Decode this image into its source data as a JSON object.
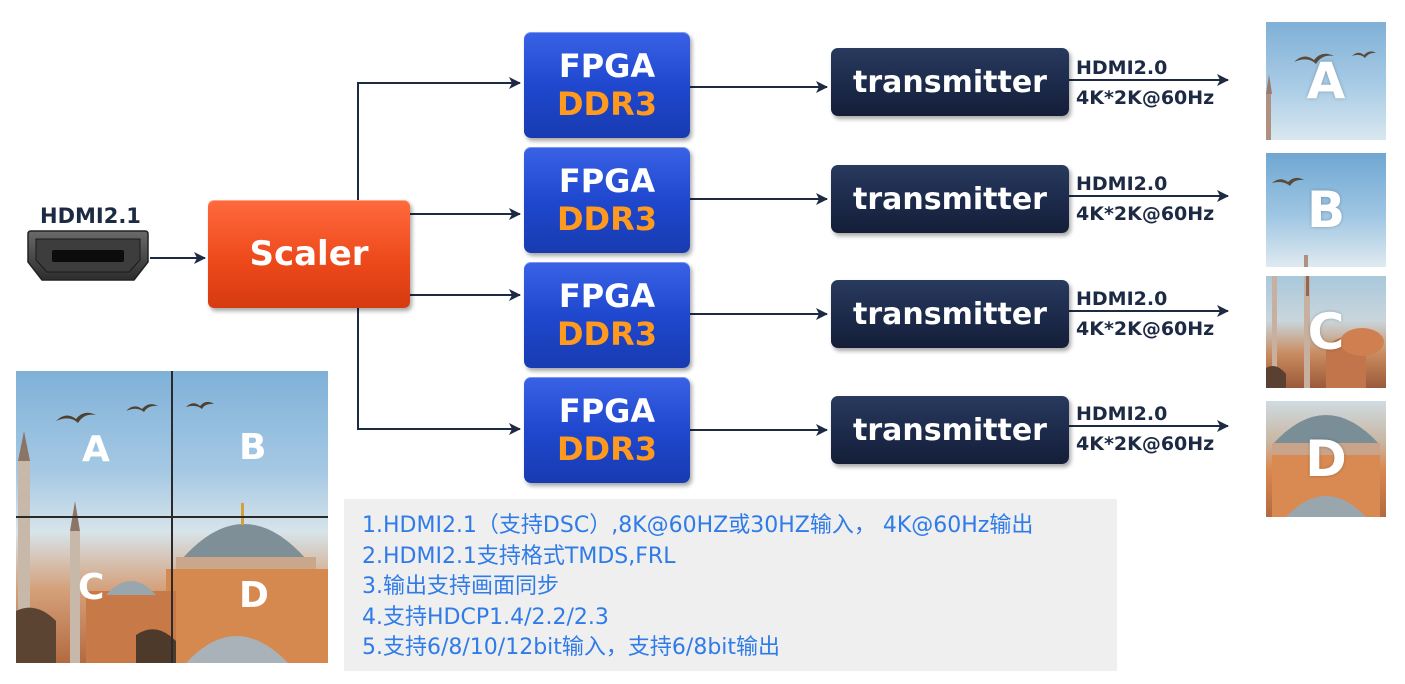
{
  "input": {
    "label": "HDMI2.1"
  },
  "scaler": {
    "label": "Scaler"
  },
  "fpga_blocks": [
    {
      "line1": "FPGA",
      "line2": "DDR3"
    },
    {
      "line1": "FPGA",
      "line2": "DDR3"
    },
    {
      "line1": "FPGA",
      "line2": "DDR3"
    },
    {
      "line1": "FPGA",
      "line2": "DDR3"
    }
  ],
  "transmitters": [
    {
      "label": "transmitter",
      "out_line1": "HDMI2.0",
      "out_line2": "4K*2K@60Hz"
    },
    {
      "label": "transmitter",
      "out_line1": "HDMI2.0",
      "out_line2": "4K*2K@60Hz"
    },
    {
      "label": "transmitter",
      "out_line1": "HDMI2.0",
      "out_line2": "4K*2K@60Hz"
    },
    {
      "label": "transmitter",
      "out_line1": "HDMI2.0",
      "out_line2": "4K*2K@60Hz"
    }
  ],
  "outputs": [
    {
      "letter": "A"
    },
    {
      "letter": "B"
    },
    {
      "letter": "C"
    },
    {
      "letter": "D"
    }
  ],
  "source_image": {
    "quadrants": [
      "A",
      "B",
      "C",
      "D"
    ]
  },
  "notes": [
    "1.HDMI2.1（支持DSC）,8K@60HZ或30HZ输入， 4K@60Hz输出",
    "2.HDMI2.1支持格式TMDS,FRL",
    "3.输出支持画面同步",
    "4.支持HDCP1.4/2.2/2.3",
    "5.支持6/8/10/12bit输入，支持6/8bit输出"
  ],
  "colors": {
    "scaler": "#ee4a1c",
    "fpga": "#1f48cf",
    "ddr3_text": "#ff9a1e",
    "transmitter": "#1b2848",
    "notes_text": "#2f7be8",
    "connector_line": "#1d2a44"
  }
}
